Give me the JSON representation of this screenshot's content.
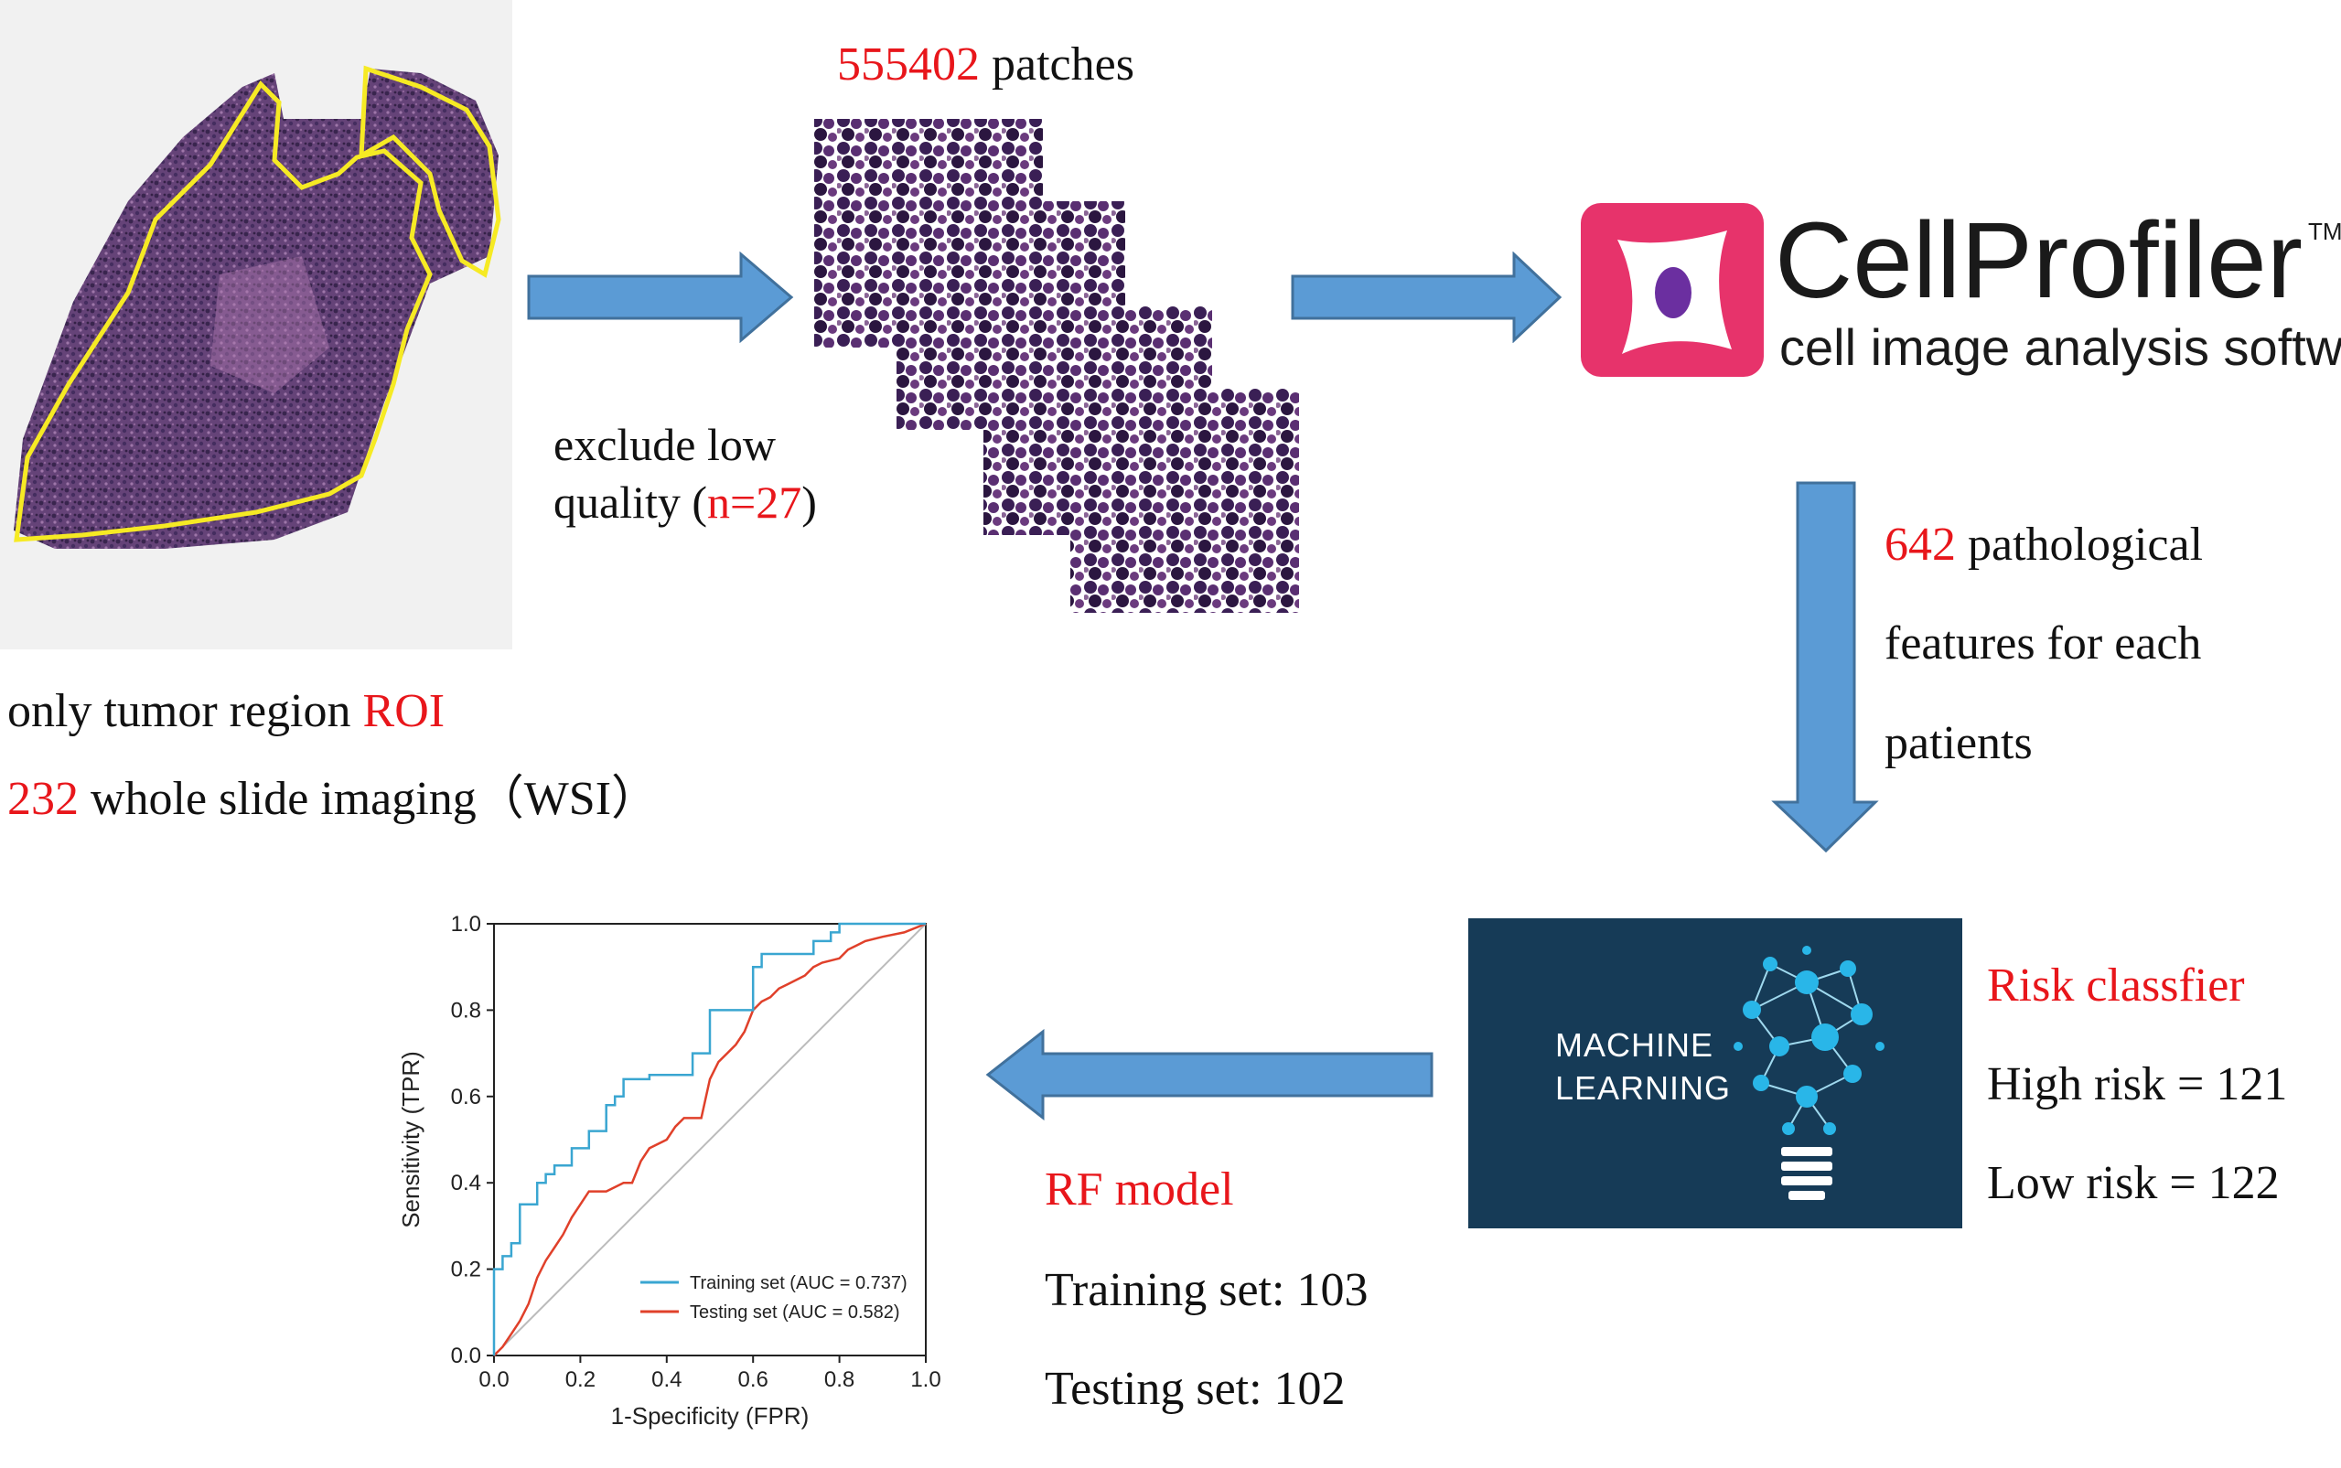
{
  "wsi": {
    "roi_prefix": "only tumor region ",
    "roi_highlight": "ROI",
    "count": "232",
    "count_suffix": " whole slide imaging（WSI）"
  },
  "exclude": {
    "line1": "exclude low",
    "line2_prefix": "quality (",
    "line2_highlight": "n=27",
    "line2_suffix": ")"
  },
  "patches": {
    "count": "555402",
    "suffix": " patches"
  },
  "cellprofiler": {
    "name": "CellProfiler",
    "trademark": "TM",
    "subtitle": "cell image analysis software"
  },
  "features": {
    "count": "642",
    "line1_suffix": " pathological",
    "line2": "features for each",
    "line3": "patients"
  },
  "machine_learning": {
    "line1": "MACHINE",
    "line2": "LEARNING"
  },
  "risk": {
    "title": "Risk classfier",
    "high": "High risk = 121",
    "low": "Low risk =  122"
  },
  "rf": {
    "title": "RF model",
    "training": "Training set: 103",
    "testing": "Testing set: 102"
  },
  "colors": {
    "arrow_fill": "#5b9bd5",
    "arrow_stroke": "#41719c",
    "highlight": "#e8161b",
    "training_line": "#3aa6d1",
    "testing_line": "#e0402a",
    "roi_outline": "#f6ea24",
    "ml_panel": "#163b57",
    "cp_logo": "#e7336b"
  },
  "chart_data": {
    "type": "line",
    "xlabel": "1-Specificity (FPR)",
    "ylabel": "Sensitivity (TPR)",
    "xlim": [
      0.0,
      1.0
    ],
    "ylim": [
      0.0,
      1.0
    ],
    "xticks": [
      "0.0",
      "0.2",
      "0.4",
      "0.6",
      "0.8",
      "1.0"
    ],
    "yticks": [
      "0.0",
      "0.2",
      "0.4",
      "0.6",
      "0.8",
      "1.0"
    ],
    "legend_position": "bottom-right",
    "series": [
      {
        "name": "Training set (AUC = 0.737)",
        "color": "#3aa6d1",
        "x": [
          0,
          0,
          0.02,
          0.02,
          0.04,
          0.04,
          0.06,
          0.06,
          0.1,
          0.1,
          0.12,
          0.12,
          0.14,
          0.14,
          0.18,
          0.18,
          0.22,
          0.22,
          0.26,
          0.26,
          0.28,
          0.28,
          0.3,
          0.3,
          0.36,
          0.36,
          0.38,
          0.38,
          0.46,
          0.46,
          0.5,
          0.5,
          0.6,
          0.6,
          0.62,
          0.62,
          0.74,
          0.74,
          0.78,
          0.78,
          0.8,
          0.8,
          1.0
        ],
        "y": [
          0,
          0.2,
          0.2,
          0.23,
          0.23,
          0.26,
          0.26,
          0.35,
          0.35,
          0.4,
          0.4,
          0.42,
          0.42,
          0.44,
          0.44,
          0.48,
          0.48,
          0.52,
          0.52,
          0.58,
          0.58,
          0.6,
          0.6,
          0.64,
          0.64,
          0.65,
          0.65,
          0.65,
          0.65,
          0.7,
          0.7,
          0.8,
          0.8,
          0.9,
          0.9,
          0.93,
          0.93,
          0.96,
          0.96,
          0.98,
          0.98,
          1.0,
          1.0
        ]
      },
      {
        "name": "Testing set (AUC = 0.582)",
        "color": "#e0402a",
        "x": [
          0,
          0.02,
          0.04,
          0.06,
          0.08,
          0.1,
          0.12,
          0.14,
          0.16,
          0.18,
          0.2,
          0.22,
          0.24,
          0.26,
          0.3,
          0.32,
          0.34,
          0.36,
          0.4,
          0.42,
          0.44,
          0.48,
          0.5,
          0.52,
          0.54,
          0.56,
          0.58,
          0.6,
          0.62,
          0.64,
          0.66,
          0.68,
          0.7,
          0.72,
          0.74,
          0.76,
          0.8,
          0.82,
          0.84,
          0.86,
          0.9,
          0.95,
          1.0
        ],
        "y": [
          0,
          0.02,
          0.05,
          0.08,
          0.12,
          0.18,
          0.22,
          0.25,
          0.28,
          0.32,
          0.35,
          0.38,
          0.38,
          0.38,
          0.4,
          0.4,
          0.45,
          0.48,
          0.5,
          0.53,
          0.55,
          0.55,
          0.64,
          0.68,
          0.7,
          0.72,
          0.75,
          0.8,
          0.82,
          0.83,
          0.85,
          0.86,
          0.87,
          0.88,
          0.9,
          0.91,
          0.92,
          0.94,
          0.95,
          0.96,
          0.97,
          0.98,
          1.0
        ]
      },
      {
        "name": "",
        "color": "#bbbbbb",
        "x": [
          0,
          1
        ],
        "y": [
          0,
          1
        ]
      }
    ]
  }
}
